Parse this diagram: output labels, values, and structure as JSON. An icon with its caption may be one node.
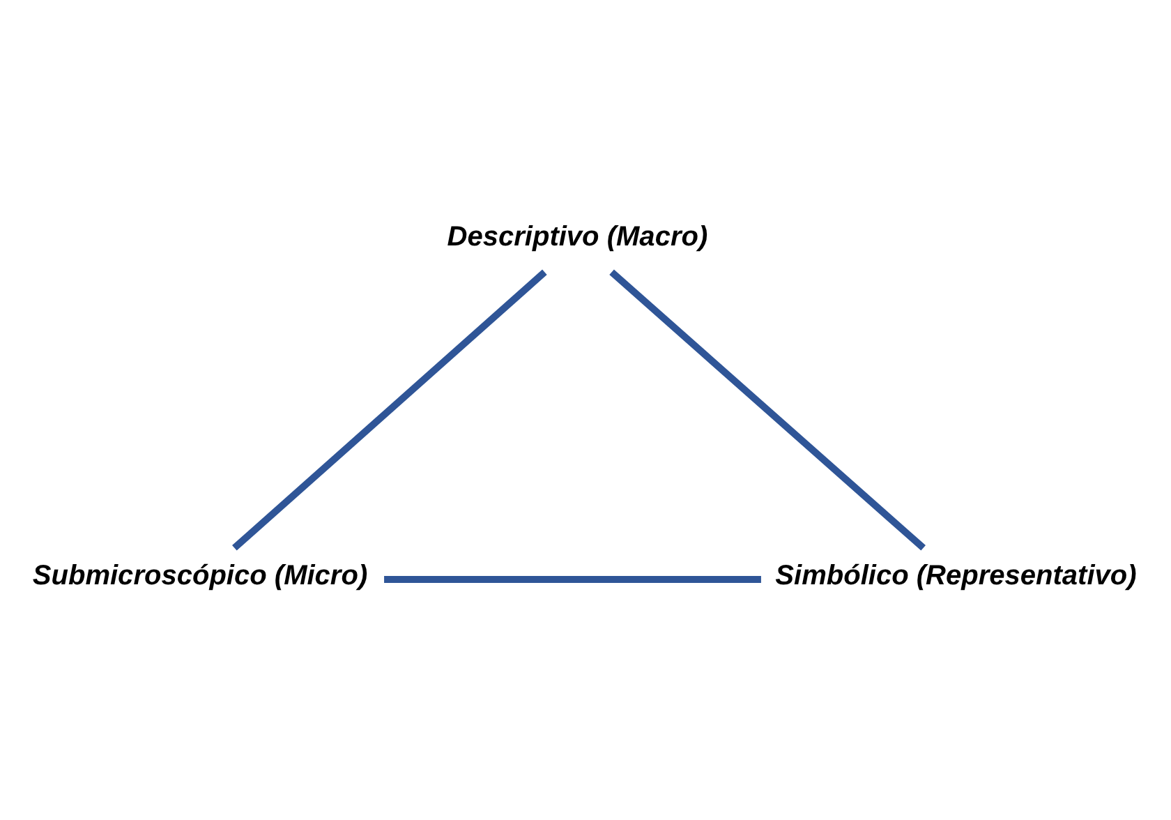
{
  "diagram": {
    "nodes": [
      {
        "text": [
          "Descriptivo (Macro)"
        ]
      },
      {
        "text": [
          "Submicroscópico (Micro)"
        ]
      },
      {
        "text": [
          "Simbólico (Representativo)"
        ]
      }
    ],
    "edges": [
      {
        "from": 0,
        "to": 1,
        "arrow": "none"
      },
      {
        "from": 0,
        "to": 2,
        "arrow": "none"
      },
      {
        "from": 1,
        "to": 2,
        "arrow": "none"
      }
    ]
  }
}
